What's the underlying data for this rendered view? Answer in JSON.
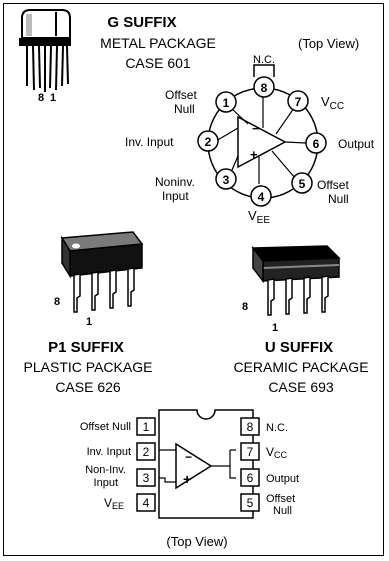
{
  "g_suffix": {
    "title": "G SUFFIX",
    "line2": "METAL PACKAGE",
    "line3": "CASE 601",
    "view": "(Top View)",
    "pin_8_label": "8",
    "pin_1_label": "1"
  },
  "circle_pins": [
    {
      "num": "1",
      "label": [
        "Offset",
        "Null"
      ]
    },
    {
      "num": "2",
      "label": [
        "Inv. Input"
      ]
    },
    {
      "num": "3",
      "label": [
        "Noninv.",
        "Input"
      ]
    },
    {
      "num": "4",
      "label": [
        "V",
        "EE"
      ]
    },
    {
      "num": "5",
      "label": [
        "Offset",
        "Null"
      ]
    },
    {
      "num": "6",
      "label": [
        "Output"
      ]
    },
    {
      "num": "7",
      "label": [
        "V",
        "CC"
      ]
    },
    {
      "num": "8",
      "label": [
        "N.C."
      ]
    }
  ],
  "opamp_signs": {
    "minus": "−",
    "plus": "+"
  },
  "p1_suffix": {
    "title": "P1 SUFFIX",
    "line2": "PLASTIC PACKAGE",
    "line3": "CASE 626",
    "pin_8_label": "8",
    "pin_1_label": "1"
  },
  "u_suffix": {
    "title": "U SUFFIX",
    "line2": "CERAMIC PACKAGE",
    "line3": "CASE 693",
    "pin_8_label": "8",
    "pin_1_label": "1"
  },
  "dip": {
    "left_pins": [
      {
        "num": "1",
        "label": [
          "Offset Null"
        ]
      },
      {
        "num": "2",
        "label": [
          "Inv. Input"
        ]
      },
      {
        "num": "3",
        "label": [
          "Non-Inv.",
          "Input"
        ]
      },
      {
        "num": "4",
        "label": [
          "V",
          "EE"
        ]
      }
    ],
    "right_pins": [
      {
        "num": "8",
        "label": [
          "N.C."
        ]
      },
      {
        "num": "7",
        "label": [
          "V",
          "CC"
        ]
      },
      {
        "num": "6",
        "label": [
          "Output"
        ]
      },
      {
        "num": "5",
        "label": [
          "Offset",
          "Null"
        ]
      }
    ],
    "view": "(Top View)"
  }
}
